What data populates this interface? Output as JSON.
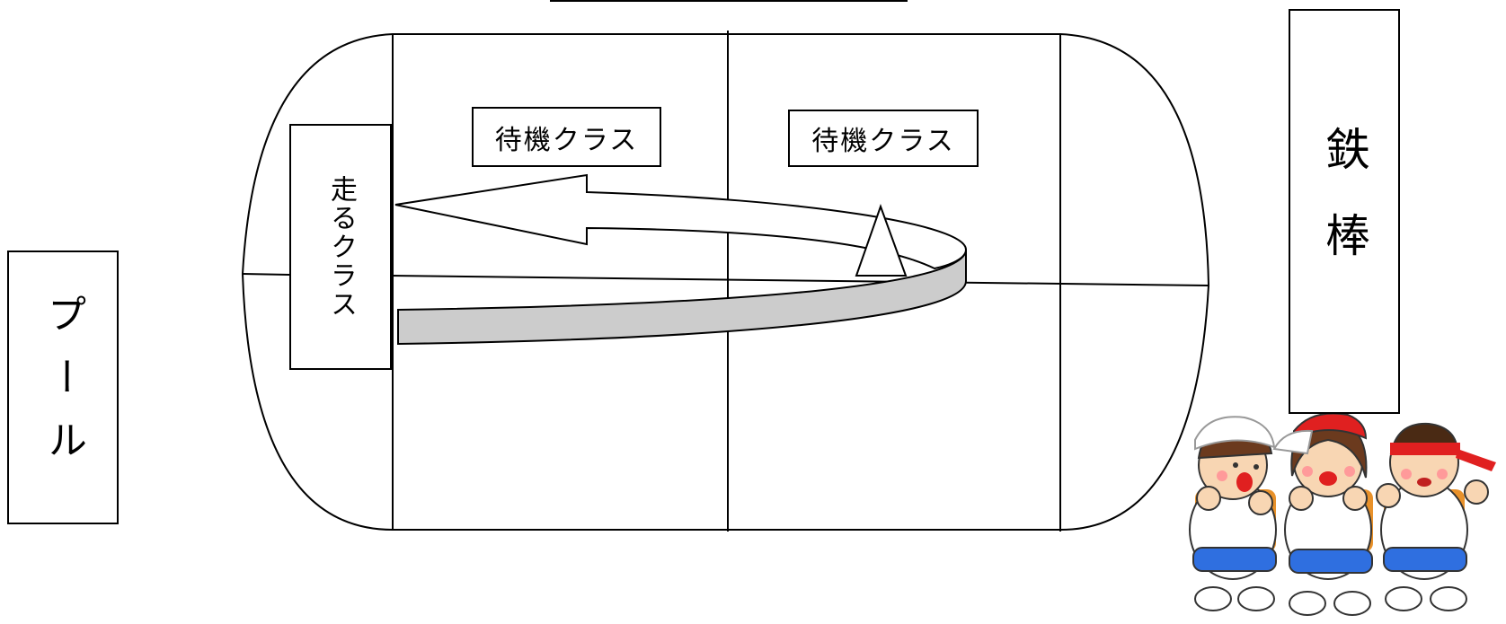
{
  "labels": {
    "pool": "プール",
    "bar": "鉄棒",
    "runner_class": "走るクラス",
    "waiting_class_left": "待機クラス",
    "waiting_class_right": "待機クラス"
  },
  "colors": {
    "line": "#000000",
    "track_band": "#cccccc",
    "background": "#ffffff"
  },
  "illustration": "cheering-children-illustration"
}
